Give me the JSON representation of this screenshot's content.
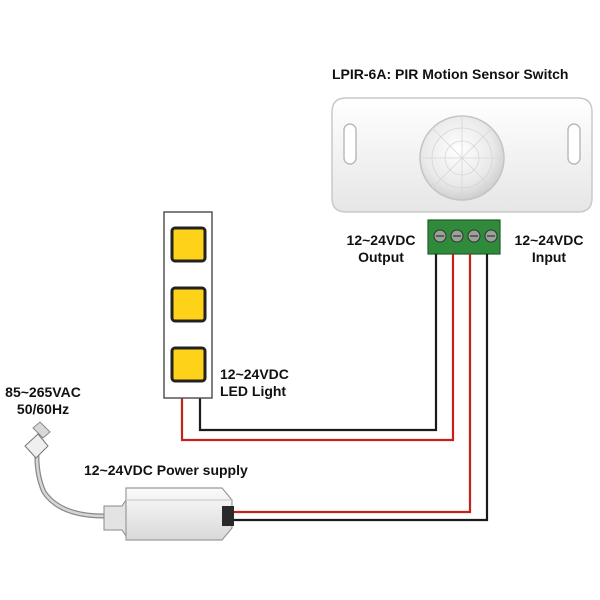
{
  "title": "LPIR-6A: PIR Motion Sensor Switch",
  "output_label": [
    "12~24VDC",
    "Output"
  ],
  "input_label": [
    "12~24VDC",
    "Input"
  ],
  "led_label": [
    "12~24VDC",
    "LED Light"
  ],
  "ac_label": [
    "85~265VAC",
    "50/60Hz"
  ],
  "psu_label": "12~24VDC Power supply",
  "colors": {
    "wire_red": "#c8211b",
    "wire_black": "#1a1a1a",
    "terminal_green": "#2f8a3c",
    "led_yellow": "#ffd21a"
  }
}
